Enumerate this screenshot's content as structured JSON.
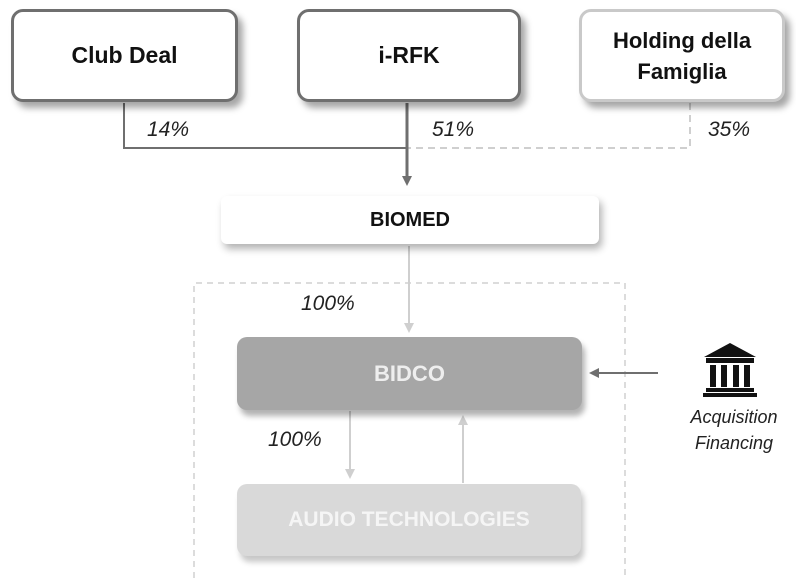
{
  "entities": {
    "club_deal": "Club Deal",
    "irfk": "i-RFK",
    "holding_line1": "Holding della",
    "holding_line2": "Famiglia",
    "biomed": "BIOMED",
    "bidco": "BIDCO",
    "audio": "AUDIO TECHNOLOGIES"
  },
  "stakes": {
    "club_deal": "14%",
    "irfk": "51%",
    "holding": "35%",
    "biomed_to_bidco": "100%",
    "bidco_to_audio": "100%"
  },
  "financing": {
    "line1": "Acquisition",
    "line2": "Financing",
    "icon": "bank-icon"
  },
  "colors": {
    "dark_line": "#6f6f6f",
    "light_line": "#c9c9c9",
    "bidco_fill": "#a6a6a6",
    "audio_fill": "#d9d9d9"
  }
}
